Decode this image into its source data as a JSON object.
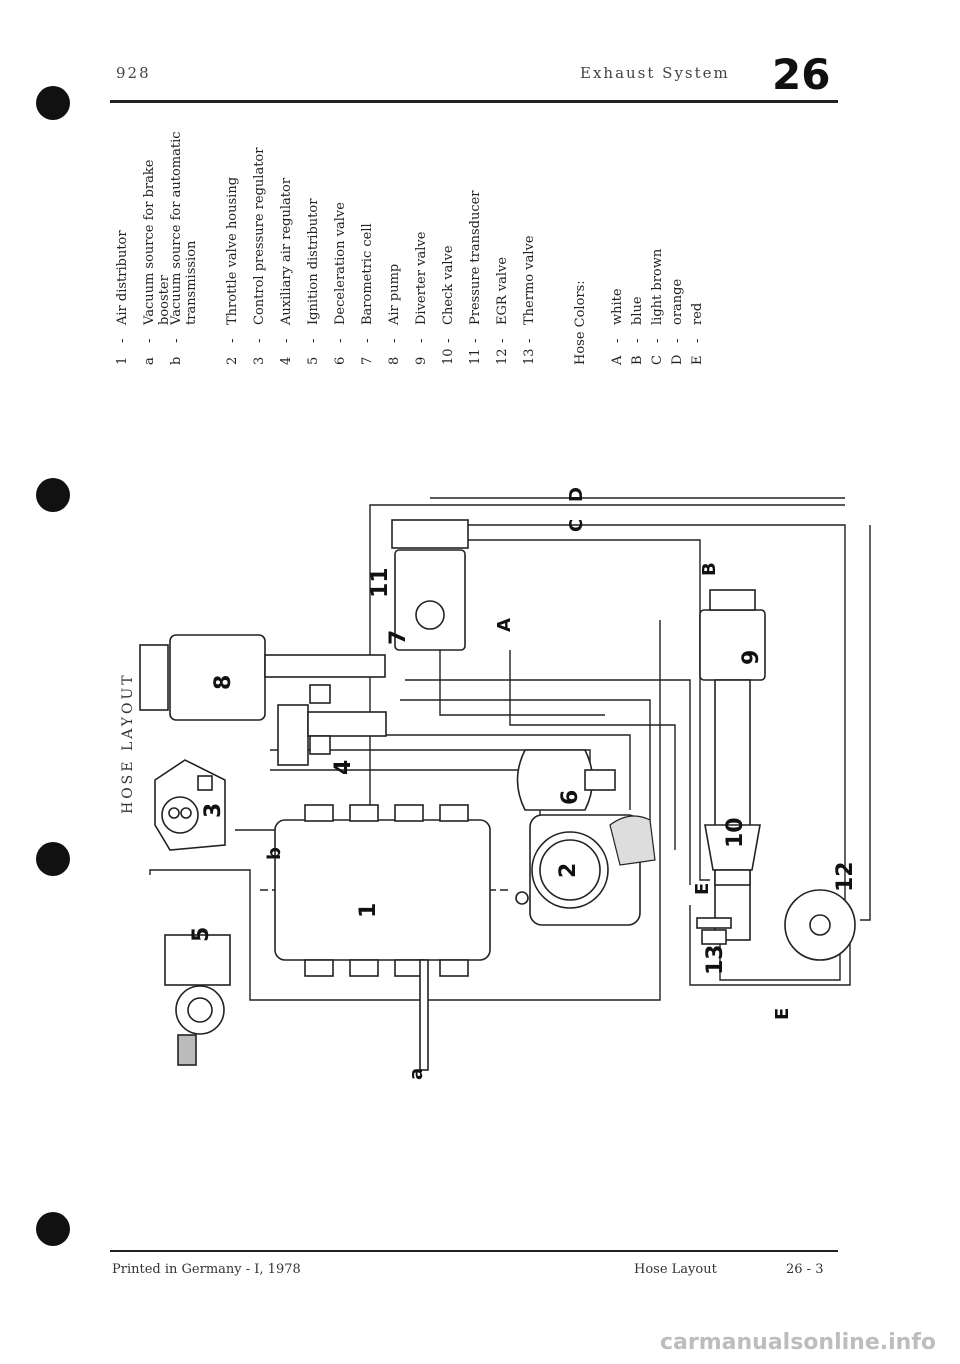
{
  "header": {
    "model": "928",
    "section": "Exhaust System",
    "group_number": "26"
  },
  "legend": {
    "items": [
      {
        "key": "1",
        "text": "Air distributor"
      },
      {
        "key": "a",
        "text": "Vacuum source for brake booster"
      },
      {
        "key": "b",
        "text": "Vacuum source for automatic transmission"
      },
      {
        "key": "2",
        "text": "Throttle valve housing"
      },
      {
        "key": "3",
        "text": "Control pressure regulator"
      },
      {
        "key": "4",
        "text": "Auxiliary air regulator"
      },
      {
        "key": "5",
        "text": "Ignition distributor"
      },
      {
        "key": "6",
        "text": "Deceleration valve"
      },
      {
        "key": "7",
        "text": "Barometric cell"
      },
      {
        "key": "8",
        "text": "Air pump"
      },
      {
        "key": "9",
        "text": "Diverter valve"
      },
      {
        "key": "10",
        "text": "Check valve"
      },
      {
        "key": "11",
        "text": "Pressure transducer"
      },
      {
        "key": "12",
        "text": "EGR valve"
      },
      {
        "key": "13",
        "text": "Thermo valve"
      }
    ],
    "hose_colors_title": "Hose Colors:",
    "hose_colors": [
      {
        "key": "A",
        "text": "white"
      },
      {
        "key": "B",
        "text": "blue"
      },
      {
        "key": "C",
        "text": "light brown"
      },
      {
        "key": "D",
        "text": "orange"
      },
      {
        "key": "E",
        "text": "red"
      }
    ]
  },
  "diagram": {
    "title": "HOSE LAYOUT",
    "labels": {
      "n1": "1",
      "n2": "2",
      "n3": "3",
      "n4": "4",
      "n5": "5",
      "n6": "6",
      "n7": "7",
      "n8": "8",
      "n9": "9",
      "n10": "10",
      "n11": "11",
      "n12": "12",
      "n13": "13",
      "a": "a",
      "b": "b",
      "A": "A",
      "B": "B",
      "C": "C",
      "D": "D",
      "E1": "E",
      "E2": "E"
    }
  },
  "footer": {
    "printed": "Printed in Germany - I, 1978",
    "page_title": "Hose Layout",
    "page_number": "26 - 3"
  },
  "watermark": "carmanualsonline.info"
}
